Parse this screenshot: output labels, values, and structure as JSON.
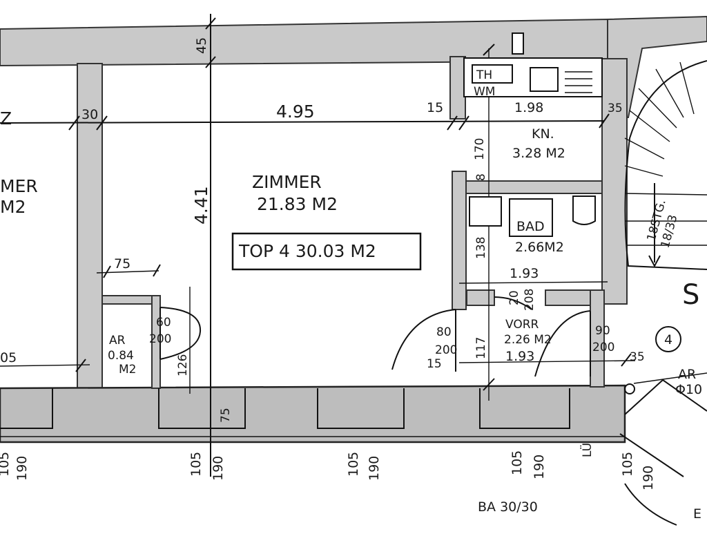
{
  "rooms": {
    "zimmer_left_name": "MER",
    "zimmer_left_area": "M2",
    "zimmer_left_dim": "Z",
    "zimmer_name": "ZIMMER",
    "zimmer_area": "21.83 M2",
    "top_label": "TOP 4 30.03 M2",
    "kn_name": "KN.",
    "kn_area": "3.28 M2",
    "bad_name": "BAD",
    "bad_area": "2.66M2",
    "vorr_name": "VORR",
    "vorr_area": "2.26 M2",
    "ar_name": "AR",
    "ar_area": "0.84",
    "ar_unit": "M2",
    "th": "TH",
    "wm": "WM"
  },
  "dimensions": {
    "d_45": "45",
    "d_30": "30",
    "d_495": "4.95",
    "d_15a": "15",
    "d_198": "1.98",
    "d_35a": "35",
    "d_170": "170",
    "d_441": "4.41",
    "d_8": "8",
    "d_75a": "75",
    "d_138": "138",
    "d_193a": "1.93",
    "d_20": "20",
    "d_208": "208",
    "d_60": "60",
    "d_200a": "200",
    "d_126": "126",
    "d_80": "80",
    "d_200b": "200",
    "d_15b": "15",
    "d_117": "117",
    "d_193b": "1.93",
    "d_90": "90",
    "d_200c": "200",
    "d_35b": "35",
    "d_05": "05",
    "d_75b": "75",
    "d_105a": "105",
    "d_190a": "190",
    "d_105b": "105",
    "d_190b": "190",
    "d_105c": "105",
    "d_190c": "190",
    "d_105d": "105",
    "d_190d": "190",
    "d_105e": "105",
    "d_190e": "190",
    "lu": "LÜ",
    "ba": "BA 30/30",
    "stair_count": "18STG.",
    "stair_ratio": "18/33",
    "stair_label": "S",
    "circle_num": "4",
    "ar_right": "AR",
    "ar_right_val": "Φ10",
    "e_label": "E"
  }
}
